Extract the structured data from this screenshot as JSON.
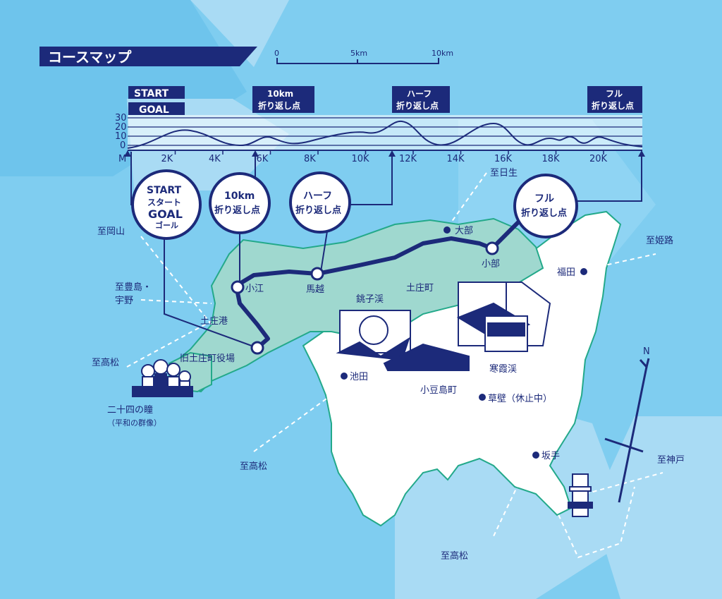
{
  "title": "コースマップ",
  "scale": {
    "zero": "0",
    "mid": "5km",
    "max": "10km"
  },
  "profile": {
    "start_label": "START",
    "goal_label": "GOAL",
    "turn10": [
      "10km",
      "折り返し点"
    ],
    "half": [
      "ハーフ",
      "折り返し点"
    ],
    "full": [
      "フル",
      "折り返し点"
    ],
    "y_ticks": [
      "30",
      "20",
      "10",
      "0"
    ],
    "x_start": "M",
    "x_ticks": [
      "2K",
      "4K",
      "6K",
      "8K",
      "10K",
      "12K",
      "14K",
      "16K",
      "18K",
      "20K"
    ]
  },
  "circles": {
    "start": [
      "START",
      "スタート",
      "GOAL",
      "ゴール"
    ],
    "turn10": [
      "10km",
      "折り返し点"
    ],
    "half": [
      "ハーフ",
      "折り返し点"
    ],
    "full": [
      "フル",
      "折り返し点"
    ]
  },
  "places": {
    "obe": "大部",
    "kobe": "小部",
    "fukuda": "福田",
    "koe": "小江",
    "umakoshi": "馬越",
    "tonosho_town": "土庄町",
    "tonosho_port": "土庄港",
    "old_office": "旧土庄町役場",
    "choshikei": "銚子渓",
    "ikeda": "池田",
    "shodoshima_town": "小豆島町",
    "kankakei": "寒霞渓",
    "kusakabe": "草壁（休止中）",
    "sakate": "坂手",
    "hitomi_1": "二十四の瞳",
    "hitomi_2": "（平和の群像）"
  },
  "directions": {
    "hinase": "至日生",
    "okayama": "至岡山",
    "himeji": "至姫路",
    "toyoshima_1": "至豊島・",
    "toyoshima_2": "宇野",
    "takamatsu_1": "至高松",
    "takamatsu_2": "至高松",
    "takamatsu_3": "至高松",
    "kobe_city": "至神戸",
    "north": "N"
  },
  "colors": {
    "navy": "#1c2a7a",
    "sea": "#7fcdf0",
    "light_sea": "#b5e1f7",
    "land": "#ffffff",
    "route_area": "#9fd8cf",
    "coast": "#23a98a"
  }
}
